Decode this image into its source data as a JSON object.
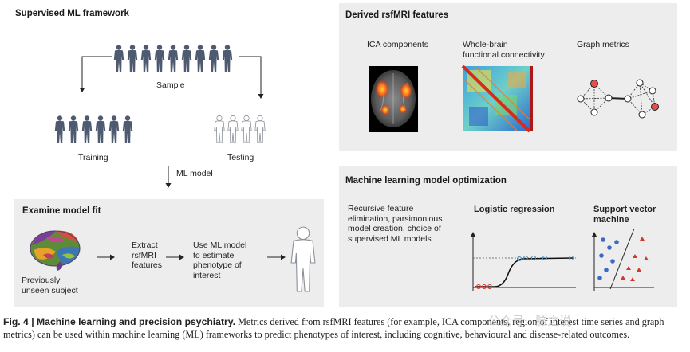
{
  "left": {
    "title": "Supervised ML framework",
    "sample_label": "Sample",
    "training_label": "Training",
    "testing_label": "Testing",
    "ml_model_label": "ML model"
  },
  "examine": {
    "title": "Examine model fit",
    "subject_label": "Previously\nunseen subject",
    "extract_label": "Extract\nrsfMRI\nfeatures",
    "use_label": "Use ML model\nto estimate\nphenotype of\ninterest"
  },
  "derived": {
    "title": "Derived rsfMRI features",
    "ica_label": "ICA components",
    "fc_label": "Whole-brain\nfunctional connectivity",
    "graph_label": "Graph metrics"
  },
  "mlopt": {
    "title": "Machine learning model optimization",
    "rfe_label": "Recursive feature\nelimination, parsimonious\nmodel creation, choice of\nsupervised ML models",
    "logreg_label": "Logistic regression",
    "svm_label": "Support vector\nmachine"
  },
  "caption": {
    "prefix": "Fig. 4 | Machine learning and precision psychiatry.",
    "text": " Metrics derived from rsfMRI features (for example, ICA components, region of interest time series and graph metrics) can be used within machine learning (ML) frameworks to predict phenotypes of interest, including cognitive, behavioural and disease-related outcomes."
  },
  "watermark": "公众号 · 脑之说",
  "colors": {
    "figure": "#4d5a70",
    "panel": "#ededee",
    "svm_blue": "#3b6cc1",
    "svm_red": "#d1392f",
    "node_red": "#e0534a"
  }
}
